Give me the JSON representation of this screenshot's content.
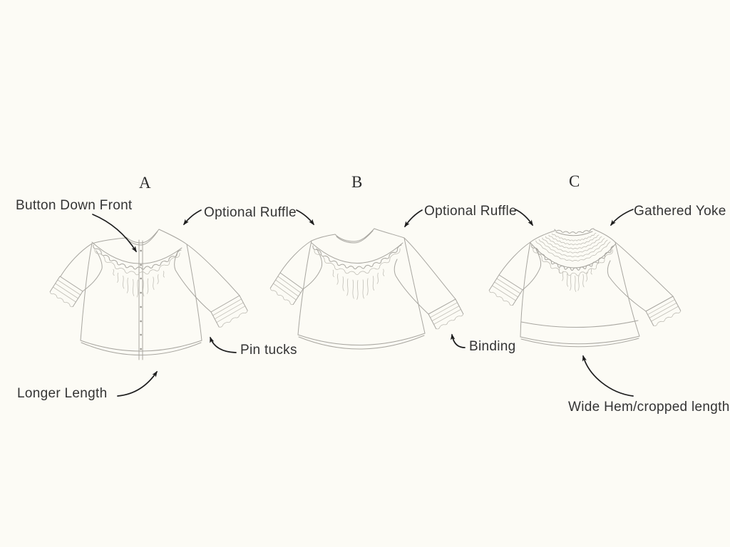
{
  "palette": {
    "background": "#fcfbf5",
    "sketch_line": "#a8a6a0",
    "sketch_detail_line": "#c0beb6",
    "text": "#343434",
    "arrow": "#1d1d1d"
  },
  "views": {
    "a": "A",
    "b": "B",
    "c": "C"
  },
  "labels": {
    "button_down_front": "Button Down Front",
    "optional_ruffle_ab": "Optional Ruffle",
    "optional_ruffle_bc": "Optional Ruffle",
    "gathered_yoke": "Gathered Yoke",
    "pin_tucks": "Pin tucks",
    "binding": "Binding",
    "longer_length": "Longer Length",
    "wide_hem_cropped": "Wide Hem/cropped length"
  }
}
